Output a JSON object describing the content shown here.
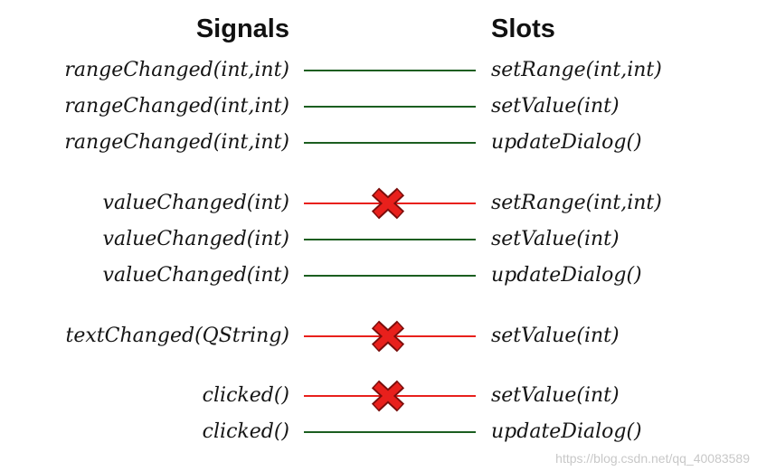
{
  "headers": {
    "signals": "Signals",
    "slots": "Slots"
  },
  "colors": {
    "connected": "#1b5e20",
    "blocked_line": "#e8201c",
    "blocked_mark": "#e8201c"
  },
  "connections": [
    {
      "signal": "rangeChanged(int,int)",
      "slot": "setRange(int,int)",
      "blocked": false
    },
    {
      "signal": "rangeChanged(int,int)",
      "slot": "setValue(int)",
      "blocked": false
    },
    {
      "signal": "rangeChanged(int,int)",
      "slot": "updateDialog()",
      "blocked": false
    },
    {
      "signal": "valueChanged(int)",
      "slot": "setRange(int,int)",
      "blocked": true
    },
    {
      "signal": "valueChanged(int)",
      "slot": "setValue(int)",
      "blocked": false
    },
    {
      "signal": "valueChanged(int)",
      "slot": "updateDialog()",
      "blocked": false
    },
    {
      "signal": "textChanged(QString)",
      "slot": "setValue(int)",
      "blocked": true
    },
    {
      "signal": "clicked()",
      "slot": "setValue(int)",
      "blocked": true
    },
    {
      "signal": "clicked()",
      "slot": "updateDialog()",
      "blocked": false
    }
  ],
  "watermark": "https://blog.csdn.net/qq_40083589"
}
